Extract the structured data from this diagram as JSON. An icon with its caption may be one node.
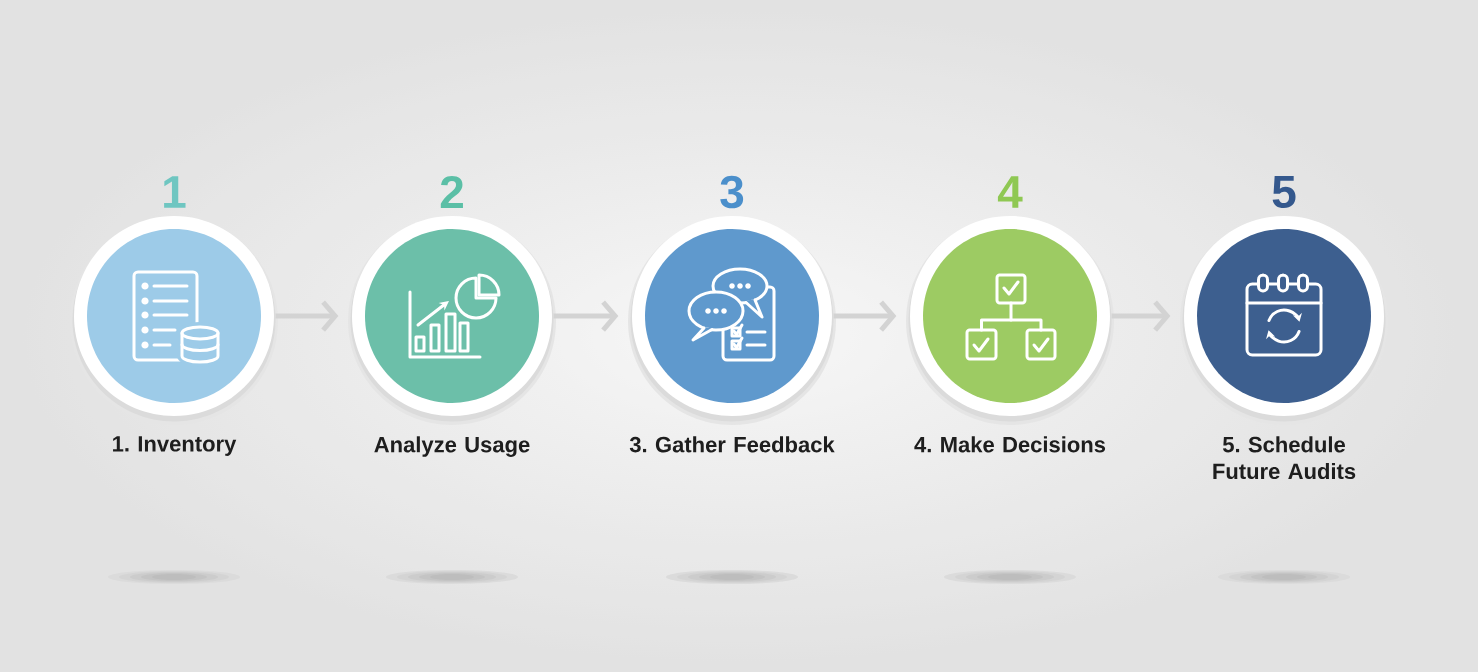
{
  "diagram": {
    "nodes": [
      {
        "text": [
          "1"
        ],
        "beside": [
          "1. Inventory"
        ]
      },
      {
        "text": [
          "2"
        ],
        "beside": [
          "Analyze Usage"
        ]
      },
      {
        "text": [
          "3"
        ],
        "beside": [
          "3. Gather Feedback"
        ]
      },
      {
        "text": [
          "4"
        ],
        "beside": [
          "4. Make Decisions"
        ]
      },
      {
        "text": [
          "5"
        ],
        "beside": [
          "5. Schedule Future Audits"
        ]
      }
    ],
    "edges": [
      {
        "from": 0,
        "to": 1,
        "arrow": "to"
      },
      {
        "from": 1,
        "to": 2,
        "arrow": "to"
      },
      {
        "from": 2,
        "to": 3,
        "arrow": "to"
      },
      {
        "from": 3,
        "to": 4,
        "arrow": "to"
      }
    ]
  }
}
